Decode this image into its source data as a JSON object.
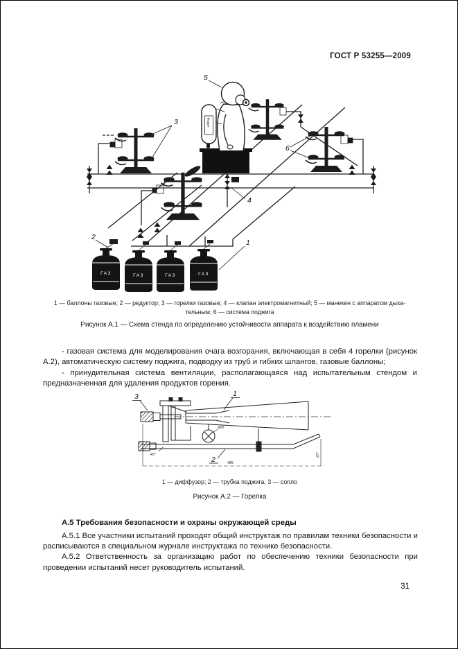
{
  "page": {
    "header": "ГОСТ Р 53255—2009",
    "number": "31"
  },
  "figure_a1": {
    "labels": {
      "l1": "1",
      "l2": "2",
      "l3": "3",
      "l4": "4",
      "l5": "5",
      "l6": "6"
    },
    "cylinder_text": "ГАЗ",
    "airpack_text": "Воздух",
    "key_line1": "1 — баллоны газовые; 2 — редуктор; 3 — горелки газовые; 4 — клапан электромагнитный; 5 — манекен с аппаратом дыха-",
    "key_line2": "тельным; 6 — система поджига",
    "title": "Рисунок А.1 — Схема стенда по определению устойчивости аппарата к воздействию пламени"
  },
  "body": {
    "para1": "- газовая система для моделирования очага возгорания, включающая в себя 4 горелки (рисунок А.2), автоматическую систему поджига, подводку из труб и гибких шлангов, газовые баллоны;",
    "para2": "- принудительная система вентиляции, располагающаяся над испытательным стендом и предназначенная для удаления продуктов горения."
  },
  "figure_a2": {
    "labels": {
      "l1": "1",
      "l2": "2",
      "l3": "3"
    },
    "dims": {
      "angle_nozzle": "45°",
      "pilot_diameter": "ø60",
      "length": "485",
      "angle_tube": "20°"
    },
    "key": "1 — диффузор; 2 — трубка поджига, 3 — сопло",
    "title": "Рисунок А.2 — Горелка"
  },
  "section_a5": {
    "heading": "А.5 Требования безопасности и охраны окружающей среды",
    "para1": "А.5.1 Все участники испытаний проходят общий инструктаж по правилам техники безопасности и расписываются в специальном журнале инструктажа по технике безопасности.",
    "para2": "А.5.2 Ответственность за организацию работ по обеспечению техники безопасности при проведении испытаний несет руководитель испытаний."
  }
}
